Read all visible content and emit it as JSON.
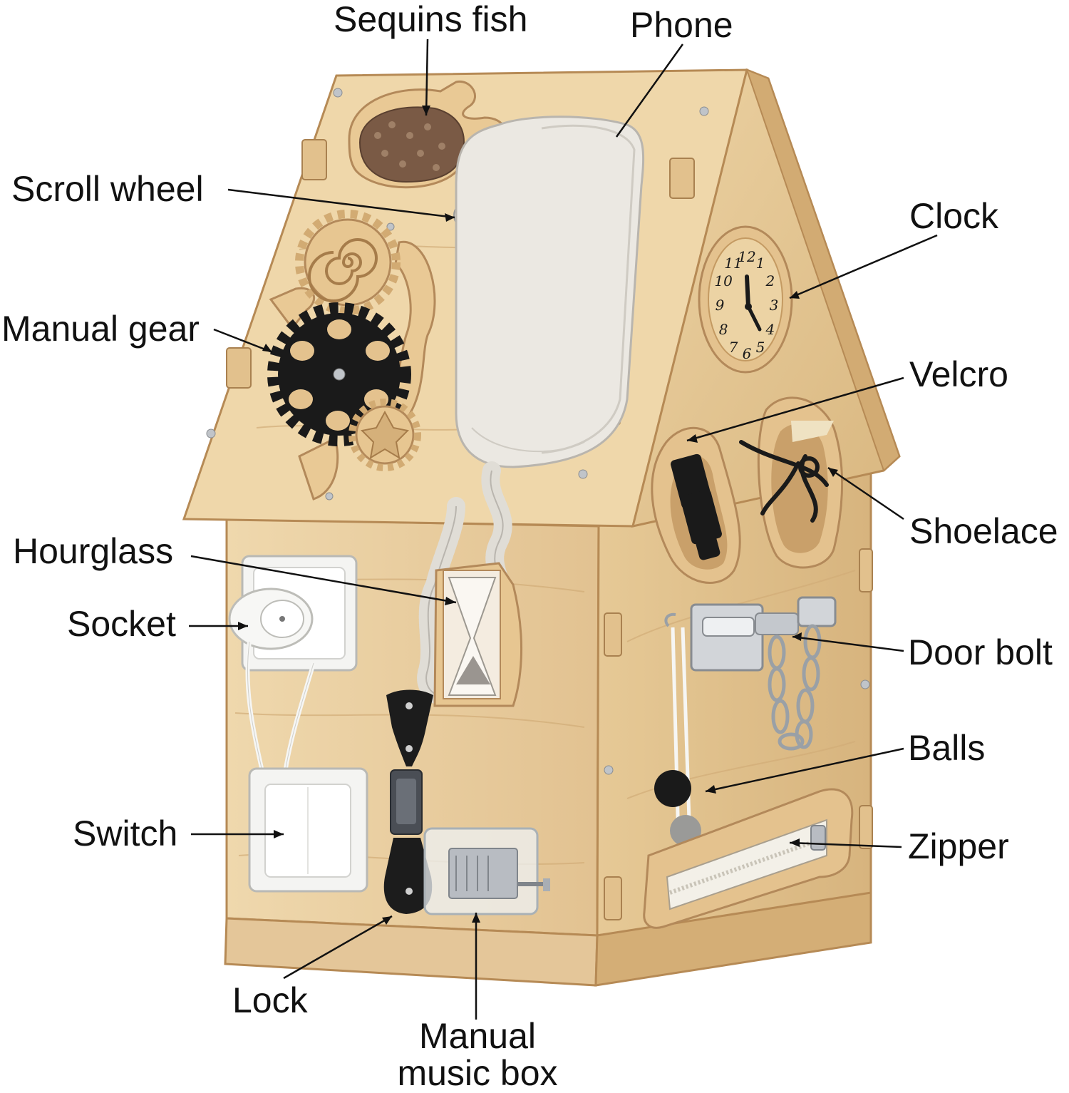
{
  "image": {
    "subject": "wooden-busy-house-toy",
    "colors": {
      "wood_light": "#ecd3a6",
      "wood_mid": "#dcbb86",
      "wood_dark": "#c49a62",
      "phone_white": "#ebe8e2",
      "black_part": "#1a1a1a",
      "metal": "#b8bcc2"
    }
  },
  "labels": {
    "sequins_fish": "Sequins fish",
    "phone": "Phone",
    "scroll_wheel": "Scroll wheel",
    "clock": "Clock",
    "manual_gear": "Manual gear",
    "velcro": "Velcro",
    "shoelace": "Shoelace",
    "hourglass": "Hourglass",
    "socket": "Socket",
    "door_bolt": "Door bolt",
    "balls": "Balls",
    "switch": "Switch",
    "zipper": "Zipper",
    "lock": "Lock",
    "music_box_line1": "Manual",
    "music_box_line2": "music box"
  },
  "clock_numbers": [
    "12",
    "1",
    "2",
    "3",
    "4",
    "5",
    "6",
    "7",
    "8",
    "9",
    "10",
    "11"
  ]
}
